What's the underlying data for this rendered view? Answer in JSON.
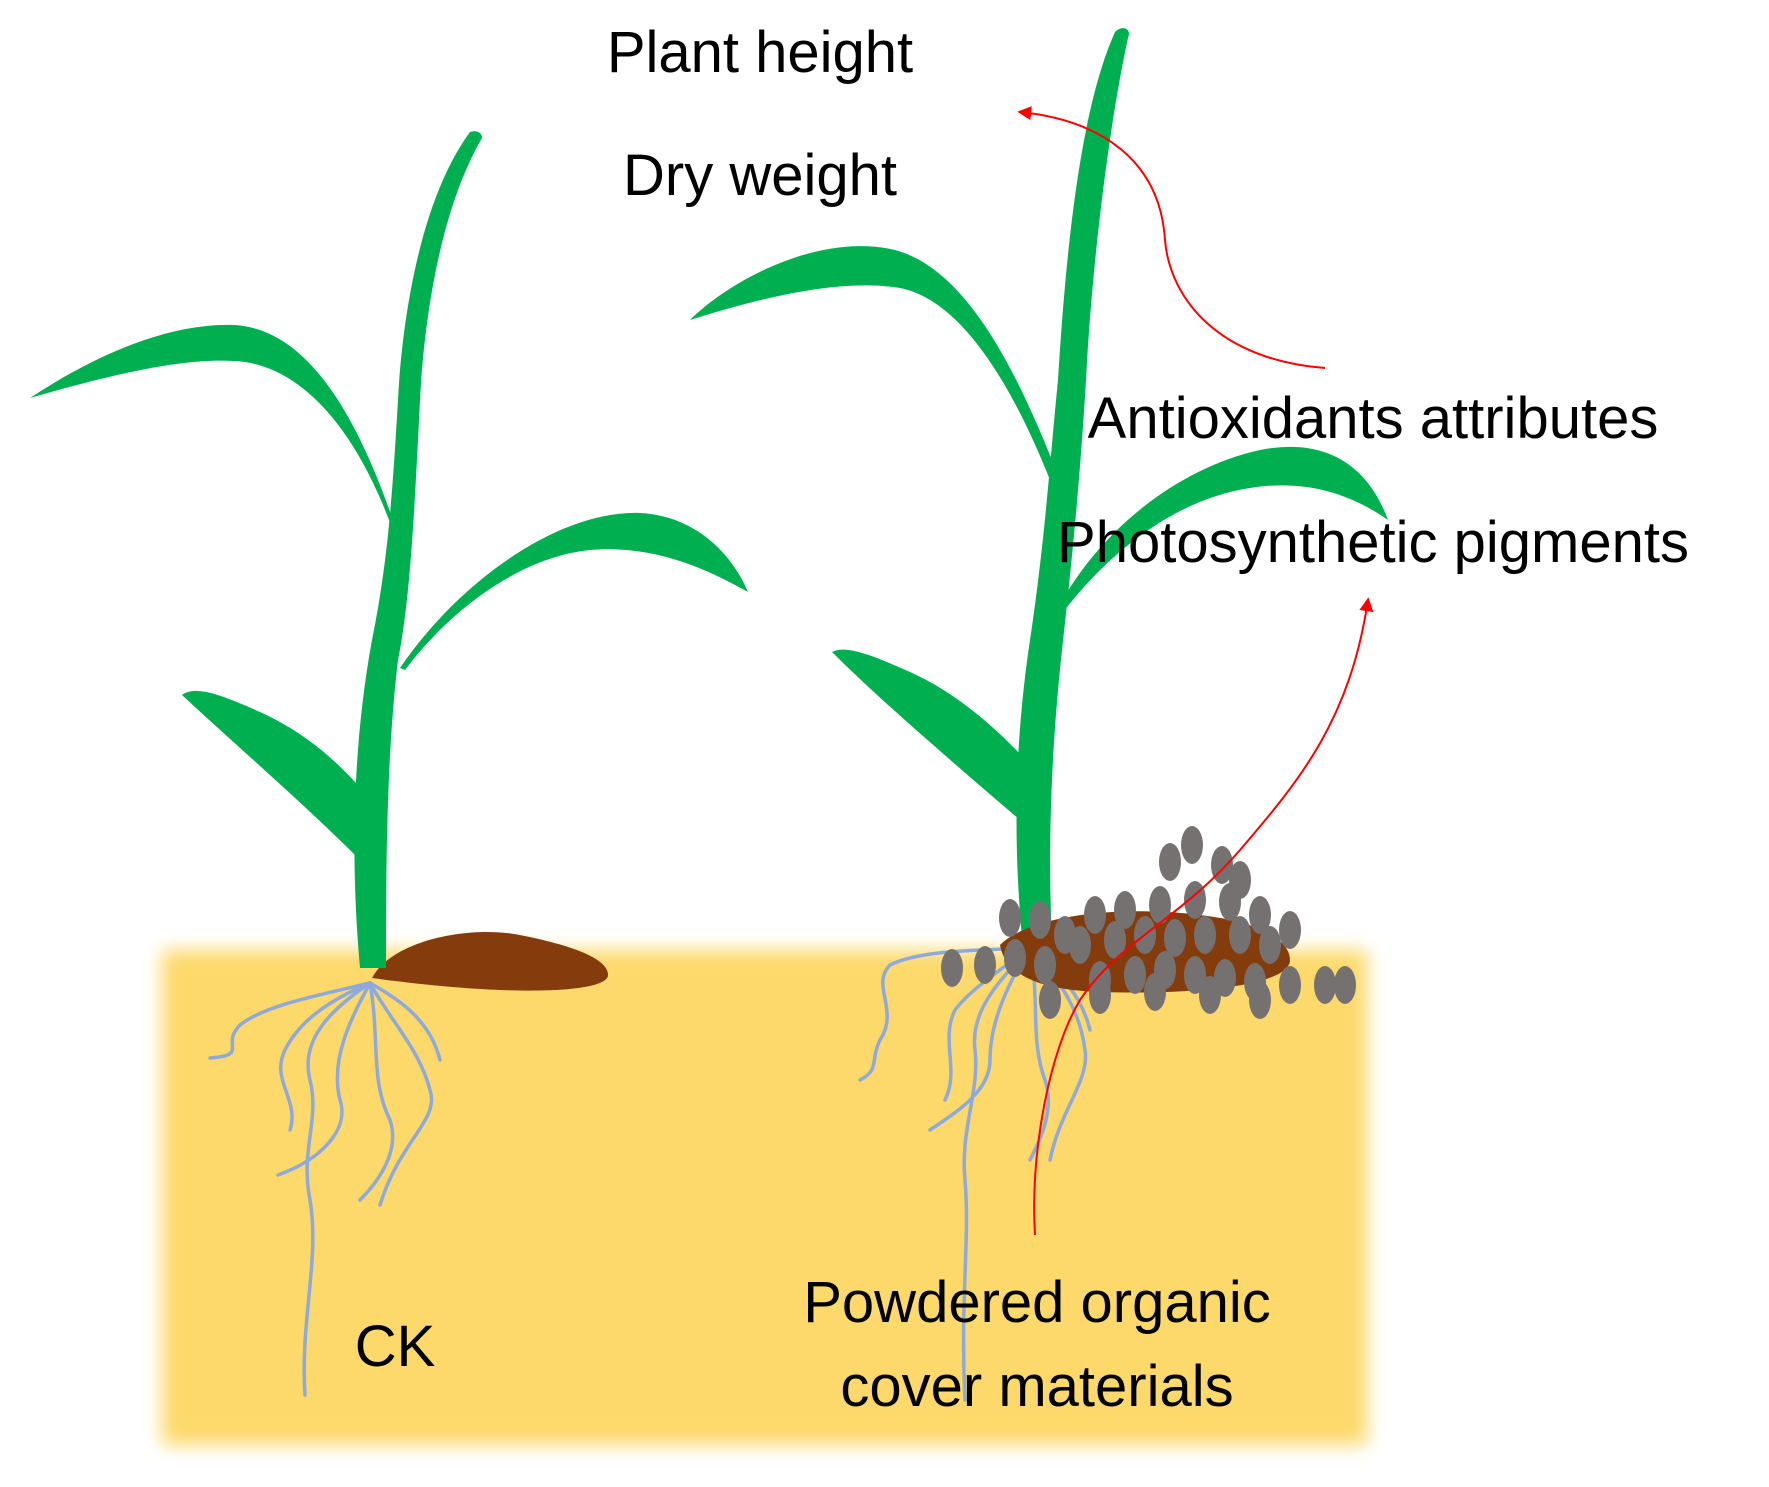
{
  "labels": {
    "plant_height": "Plant height",
    "dry_weight": "Dry weight",
    "antioxidants": "Antioxidants attributes",
    "photosynthetic": "Photosynthetic pigments",
    "control": "CK",
    "treatment_line1": "Powdered organic",
    "treatment_line2": "cover materials"
  },
  "colors": {
    "soil": "#FCD96B",
    "leaf": "#00B050",
    "root": "#8EA9DB",
    "brown_mound": "#843C0C",
    "granule": "#767171",
    "arrow": "#FF0000",
    "text": "#000000"
  }
}
